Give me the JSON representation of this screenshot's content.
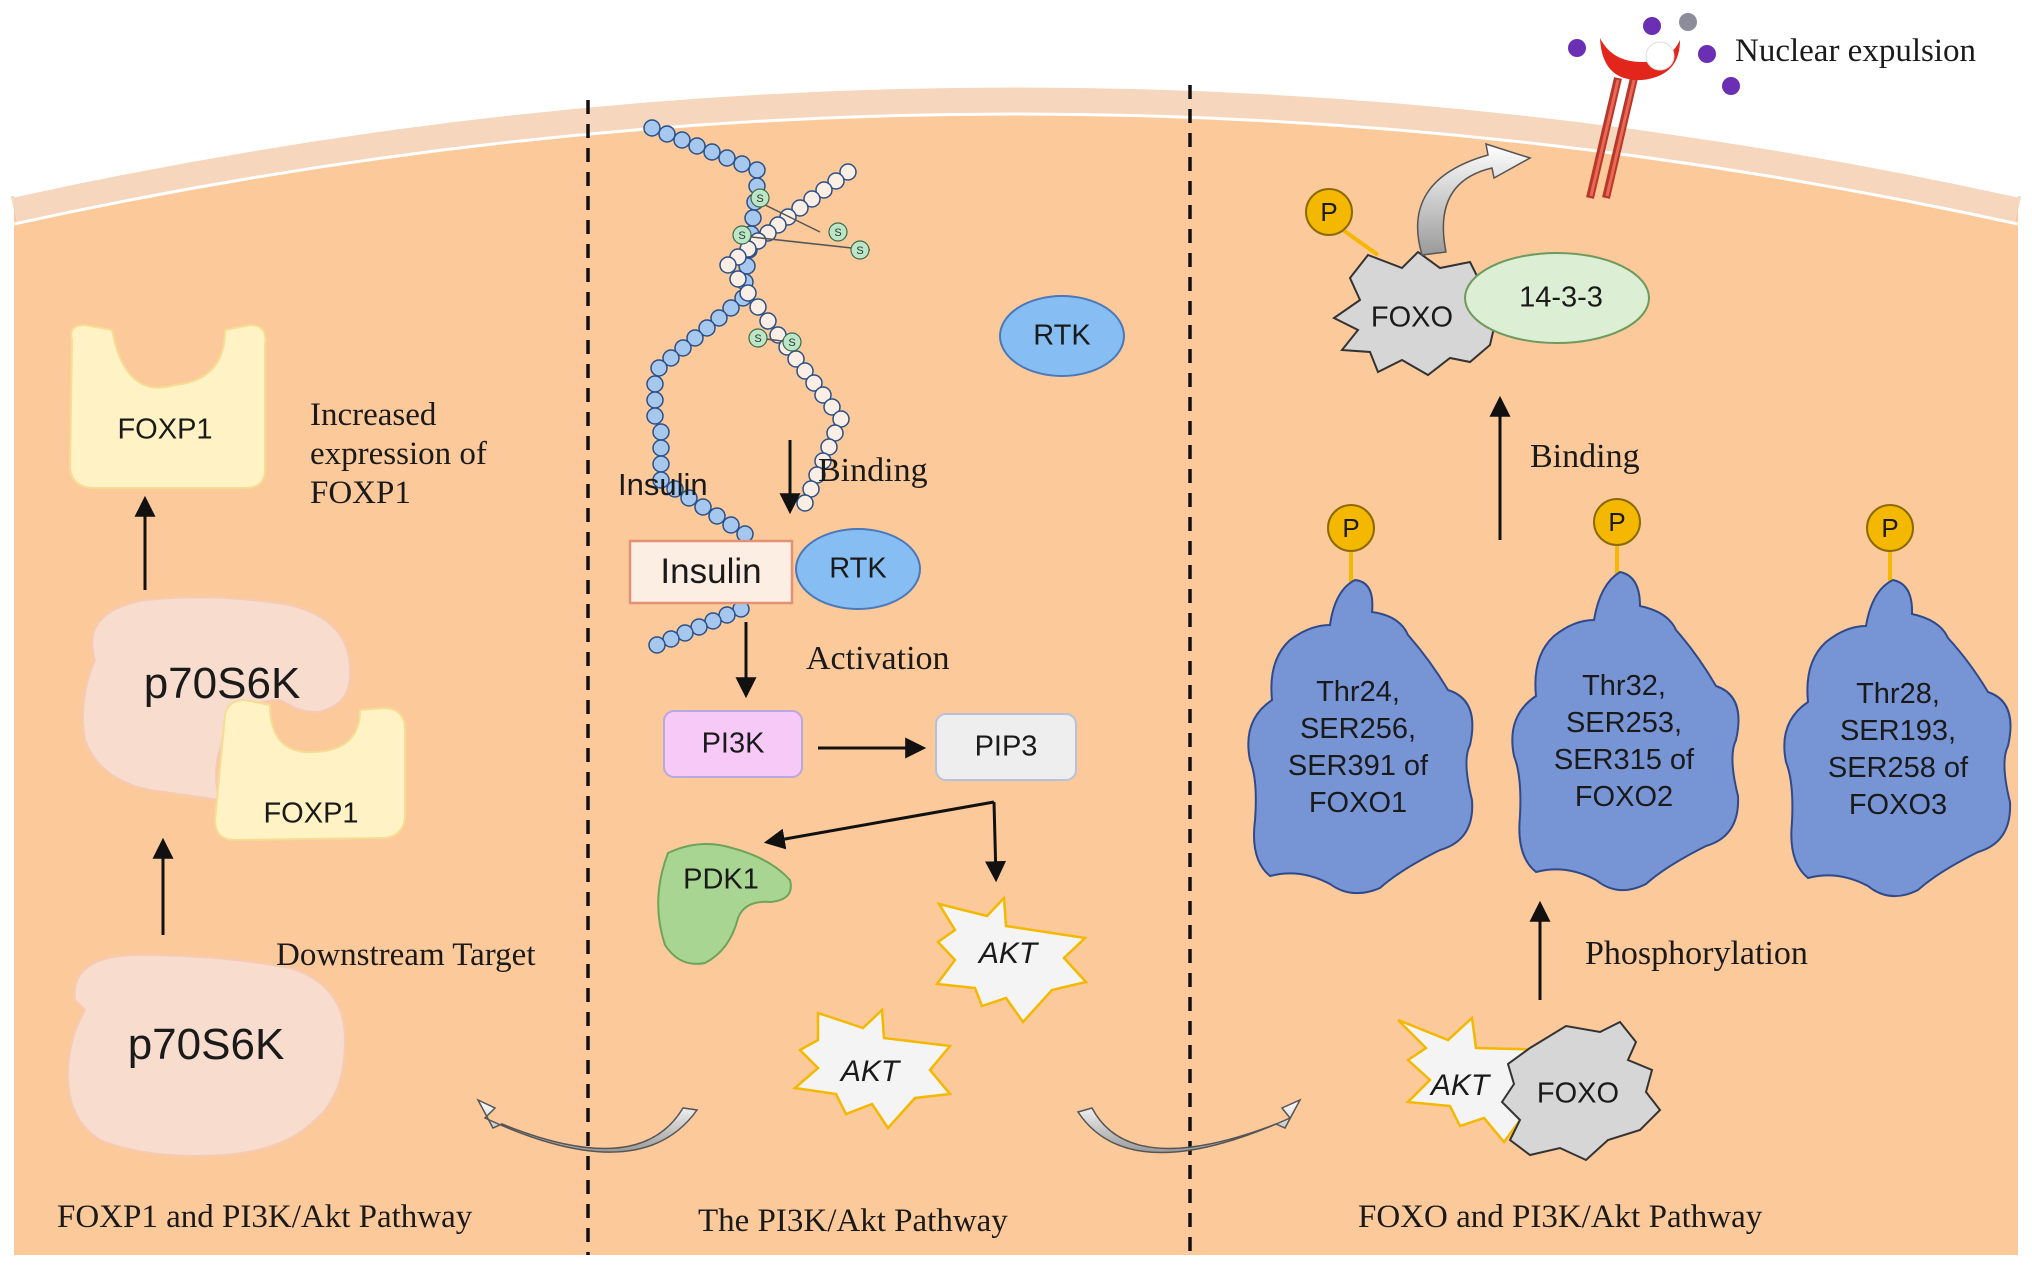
{
  "colors": {
    "cell": "#fcc99b",
    "membrane": "#f6d6bd",
    "protein_blue": "#7794d4",
    "foxp1": "#fff2c4",
    "p70s6k": "#f8dccd",
    "pi3k": "#f7c9f6",
    "pip3": "#eeeeee",
    "pdk1": "#a8d692",
    "rtk": "#86bdf2",
    "phospho": "#f5b800",
    "protein_1433": "#dcefd4",
    "foxo": "#d6d6d6"
  },
  "panel_left": {
    "title": "FOXP1 and PI3K/Akt Pathway",
    "foxp1_top": "FOXP1",
    "increased_text": "Increased expression of FOXP1",
    "p70s6k_upper": "p70S6K",
    "foxp1_bound": "FOXP1",
    "downstream_text": "Downstream Target",
    "p70s6k_lower": "p70S6K"
  },
  "panel_middle": {
    "title": "The PI3K/Akt Pathway",
    "insulin_chain_label": "Insulin",
    "disulfide_label": "S",
    "rtk_free": "RTK",
    "binding_text": "Binding",
    "insulin_box": "Insulin",
    "rtk_bound": "RTK",
    "activation_text": "Activation",
    "pi3k": "PI3K",
    "pip3": "PIP3",
    "pdk1": "PDK1",
    "akt_a": "AKT",
    "akt_b": "AKT"
  },
  "panel_right": {
    "title": "FOXO and PI3K/Akt Pathway",
    "nuclear_text": "Nuclear expulsion",
    "phospho_label": "P",
    "foxo_top": "FOXO",
    "protein_1433": "14-3-3",
    "binding_text": "Binding",
    "foxo1_sites": "Thr24, SER256, SER391 of FOXO1",
    "foxo2_sites": "Thr32, SER253, SER315 of FOXO2",
    "foxo3_sites": "Thr28, SER193, SER258 of FOXO3",
    "phosphorylation_text": "Phosphorylation",
    "akt": "AKT",
    "foxo_bottom": "FOXO"
  }
}
